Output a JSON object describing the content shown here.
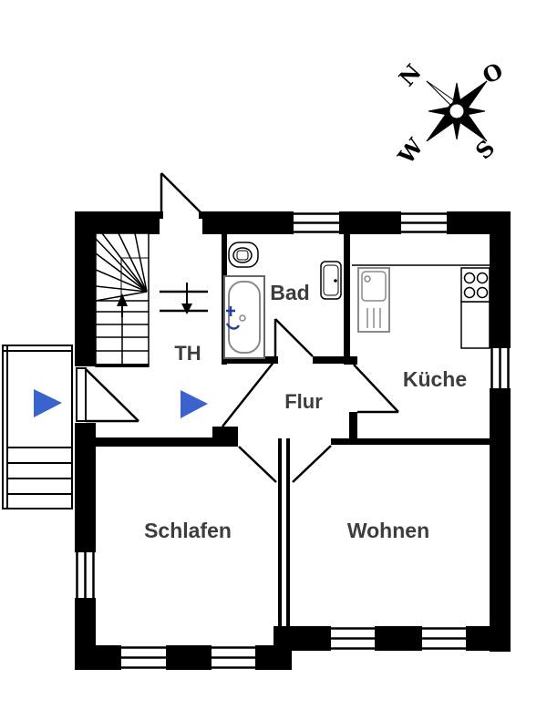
{
  "plan": {
    "type": "apartment-floor-plan",
    "rooms": [
      {
        "id": "bad",
        "label": "Bad"
      },
      {
        "id": "th",
        "label": "TH"
      },
      {
        "id": "flur",
        "label": "Flur"
      },
      {
        "id": "kueche",
        "label": "Küche"
      },
      {
        "id": "schlafen",
        "label": "Schlafen"
      },
      {
        "id": "wohnen",
        "label": "Wohnen"
      }
    ],
    "compass": {
      "north": "N",
      "east": "O",
      "south": "S",
      "west": "W"
    },
    "colors": {
      "wall": "#000000",
      "room_label": "#3d3d3d",
      "entry_arrow": "#3b63cd",
      "fixture_outline": "#8a8a8a",
      "faucet_accent": "#24409e"
    }
  }
}
